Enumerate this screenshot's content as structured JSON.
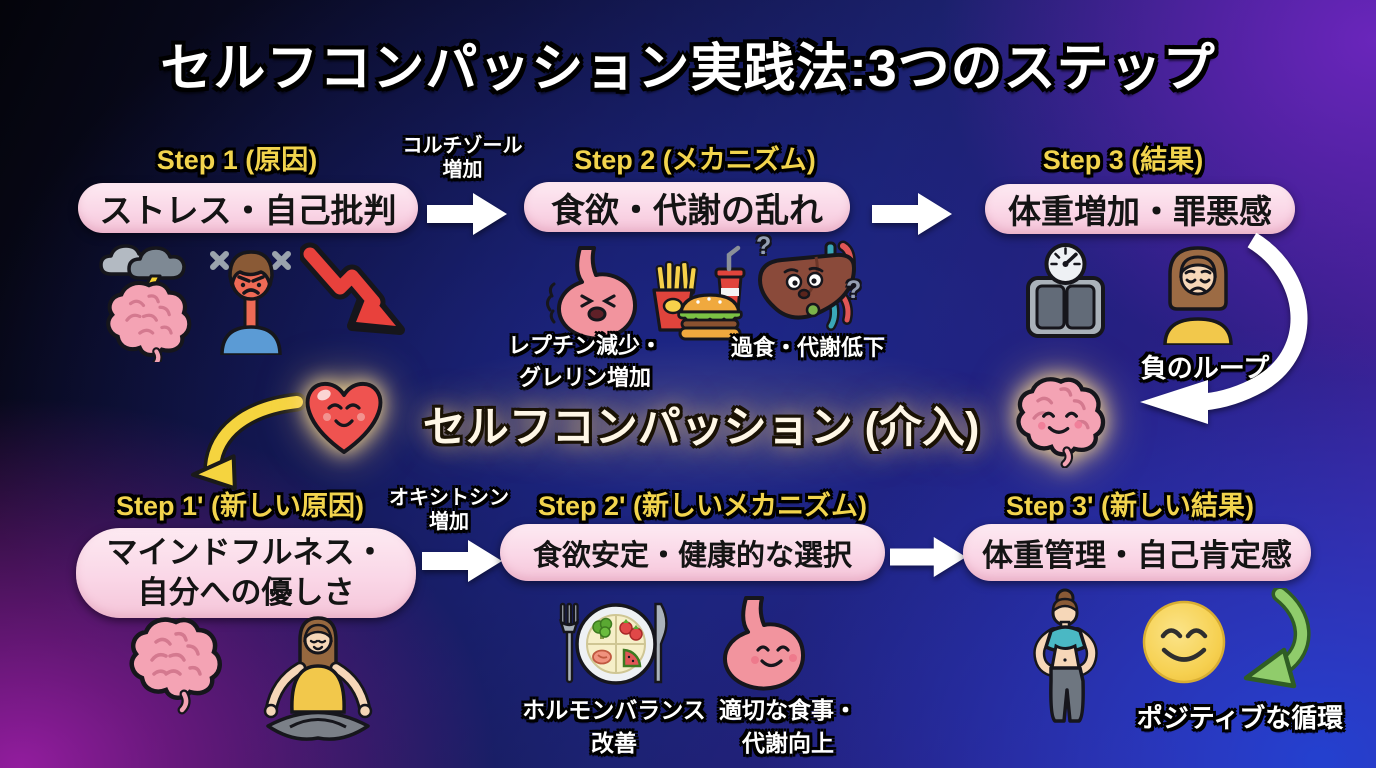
{
  "title": "セルフコンパッション実践法:3つのステップ",
  "top_flow": {
    "step1": {
      "label": "Step 1 (原因)",
      "box": "ストレス・自己批判"
    },
    "arrow1_label": {
      "line1": "コルチゾール",
      "line2": "増加"
    },
    "step2": {
      "label": "Step 2 (メカニズム)",
      "box": "食欲・代謝の乱れ"
    },
    "step3": {
      "label": "Step 3 (結果)",
      "box": "体重増加・罪悪感"
    },
    "notes": {
      "leptin": {
        "line1": "レプチン減少・",
        "line2": "グレリン増加"
      },
      "overeating": "過食・代謝低下",
      "liver_question_left": "?",
      "liver_question_right": "?",
      "negative_loop": "負のループ"
    }
  },
  "center": {
    "heading": "セルフコンパッション (介入)"
  },
  "bottom_flow": {
    "step1": {
      "label": "Step 1' (新しい原因)",
      "box_line1": "マインドフルネス・",
      "box_line2": "自分への優しさ"
    },
    "arrow1_label": {
      "line1": "オキシトシン",
      "line2": "増加"
    },
    "step2": {
      "label": "Step 2' (新しいメカニズム)",
      "box": "食欲安定・健康的な選択"
    },
    "step3": {
      "label": "Step 3' (新しい結果)",
      "box": "体重管理・自己肯定感"
    },
    "notes": {
      "hormone": {
        "line1": "ホルモンバランス",
        "line2": "改善"
      },
      "meal": {
        "line1": "適切な食事・",
        "line2": "代謝向上"
      },
      "positive_cycle": "ポジティブな循環"
    }
  },
  "icons": {
    "storm_brain": "brain-with-storm-cloud-icon",
    "angry_person": "angry-person-icon",
    "decline_arrow": "red-zigzag-down-arrow-icon",
    "sad_stomach": "distressed-stomach-icon",
    "fast_food": "fries-burger-soda-icon",
    "worried_liver": "worried-liver-icon",
    "scale": "bathroom-scale-icon",
    "sad_woman": "sad-woman-icon",
    "negative_loop_arrow": "white-curved-loop-arrow",
    "smiling_heart": "smiling-heart-icon",
    "smiling_brain": "smiling-brain-icon",
    "intervention_arrow": "yellow-curved-arrow",
    "calm_brain": "brain-icon",
    "meditating_woman": "meditating-woman-icon",
    "healthy_plate": "balanced-meal-plate-icon",
    "happy_stomach": "happy-stomach-icon",
    "fit_woman": "fit-woman-icon",
    "smiley": "smiling-face-icon",
    "positive_loop_arrow": "green-curved-arrow"
  },
  "colors": {
    "step_label_yellow": "#f2d44d",
    "pill_pink": "#fad7e7",
    "pill_text": "#141414",
    "note_white": "#ffffff",
    "arrow_white": "#ffffff",
    "decline_red": "#e8413c",
    "positive_green": "#90cc6b",
    "glow_warm": "#ffe9a8",
    "bg_purple": "#5b21a8",
    "bg_blue": "#2446d7",
    "bg_magenta": "#a01eaa",
    "bg_black": "#04040a"
  }
}
